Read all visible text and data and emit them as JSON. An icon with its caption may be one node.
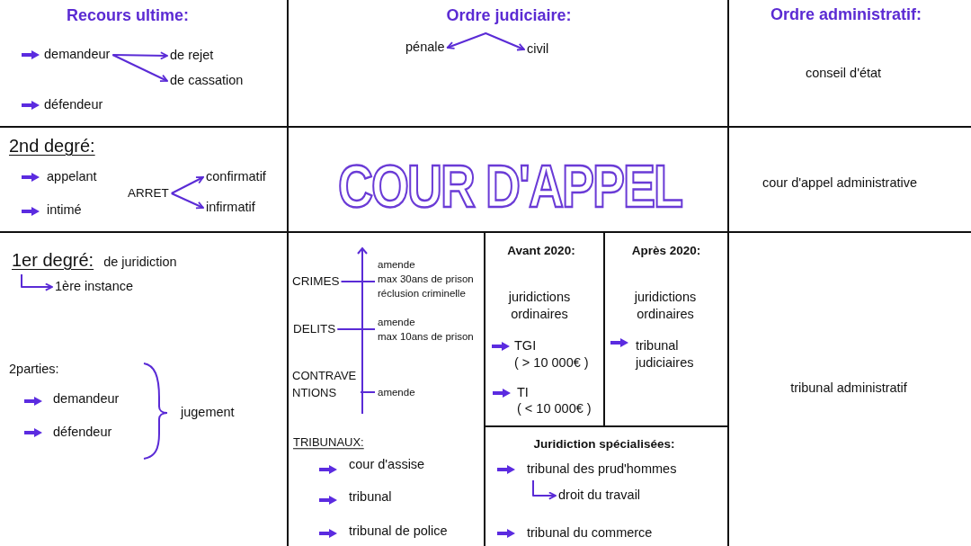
{
  "diagram": {
    "nodes": [
      {
        "text": [
          "Recours ultime:",
          "défendeur"
        ]
      },
      {
        "text": [
          "demandeur"
        ],
        "in": 0
      },
      {
        "text": [
          "de rejet"
        ],
        "in": 0
      },
      {
        "text": [
          "de cassation"
        ],
        "in": 0
      },
      {
        "text": [
          "Ordre judiciaire:"
        ]
      },
      {
        "text": [
          "pénale"
        ],
        "in": 4
      },
      {
        "text": [
          "civil"
        ],
        "in": 4
      },
      {
        "text": [
          "Ordre administratif:",
          "conseil d'état"
        ]
      },
      {
        "text": [
          "2nd degré:",
          "appelant",
          "intimé"
        ]
      },
      {
        "text": [
          "ARRET"
        ],
        "in": 8
      },
      {
        "text": [
          "confirmatif"
        ],
        "in": 8
      },
      {
        "text": [
          "infirmatif"
        ],
        "in": 8
      },
      {
        "text": [
          "COUR D'APPEL"
        ]
      },
      {
        "text": [
          "cour d'appel administrative"
        ]
      },
      {
        "text": [
          "2parties:",
          "demandeur",
          "défendeur",
          "jugement"
        ]
      },
      {
        "text": [
          "1er degré:",
          "de juridiction"
        ],
        "in": 14
      },
      {
        "text": [
          "1ère instance"
        ],
        "in": 14
      },
      {
        "text": [
          "TRIBUNAUX:",
          "cour d'assise",
          "tribunal",
          "tribunal de police"
        ]
      },
      {
        "text": [
          "CRIMES"
        ],
        "in": 17
      },
      {
        "text": [
          "amende",
          "max 30ans de prison",
          "réclusion criminelle"
        ],
        "in": 17
      },
      {
        "text": [
          "DELITS"
        ],
        "in": 17
      },
      {
        "text": [
          "amende",
          "max 10ans de prison"
        ],
        "in": 17
      },
      {
        "text": [
          "CONTRAVE NTIONS"
        ],
        "in": 17
      },
      {
        "text": [
          "amende"
        ],
        "in": 17
      },
      {
        "text": [
          "Avant 2020:",
          "juridictions ordinaires",
          "TGI",
          "( > 10 000€ )",
          "TI",
          "( < 10 000€ )"
        ]
      },
      {
        "text": [
          "Après 2020:",
          "juridictions ordinaires",
          "tribunal judiciaires"
        ]
      },
      {
        "text": [
          "Juridiction spécialisées:",
          "tribunal du commerce"
        ]
      },
      {
        "text": [
          "tribunal des prud'hommes"
        ],
        "in": 26
      },
      {
        "text": [
          "droit du travail"
        ],
        "in": 26
      },
      {
        "text": [
          "tribunal administratif"
        ]
      }
    ],
    "edges": [
      {
        "from": 1,
        "to": 2,
        "arrow": "to"
      },
      {
        "from": 1,
        "to": 3,
        "arrow": "to"
      },
      {
        "from": 5,
        "to": 6,
        "arrow": "both"
      },
      {
        "from": 9,
        "to": 10,
        "arrow": "to"
      },
      {
        "from": 9,
        "to": 11,
        "arrow": "to"
      },
      {
        "from": 15,
        "to": 16,
        "arrow": "to"
      },
      {
        "from": 18,
        "to": 19,
        "arrow": "none"
      },
      {
        "from": 20,
        "to": 21,
        "arrow": "none"
      },
      {
        "from": 22,
        "to": 23,
        "arrow": "none"
      },
      {
        "from": 27,
        "to": 28,
        "arrow": "to"
      }
    ]
  }
}
